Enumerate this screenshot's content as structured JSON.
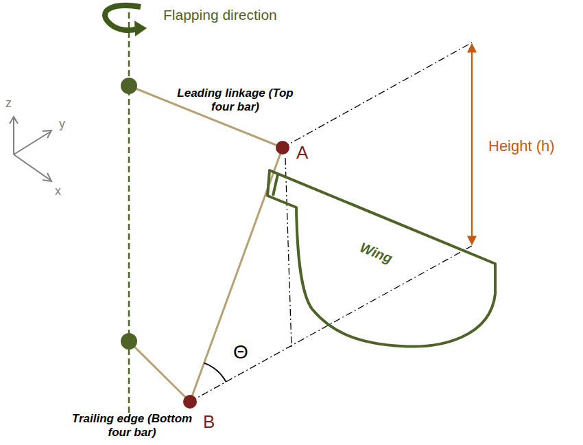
{
  "diagram": {
    "nodes": [
      {
        "text": [
          "Wing"
        ]
      }
    ],
    "labels": [
      "Flapping direction",
      "z",
      "y",
      "x",
      "Leading linkage (Top four bar)",
      "A",
      "Height (h)",
      "Θ",
      "Trailing edge (Bottom four bar)",
      "B"
    ]
  }
}
